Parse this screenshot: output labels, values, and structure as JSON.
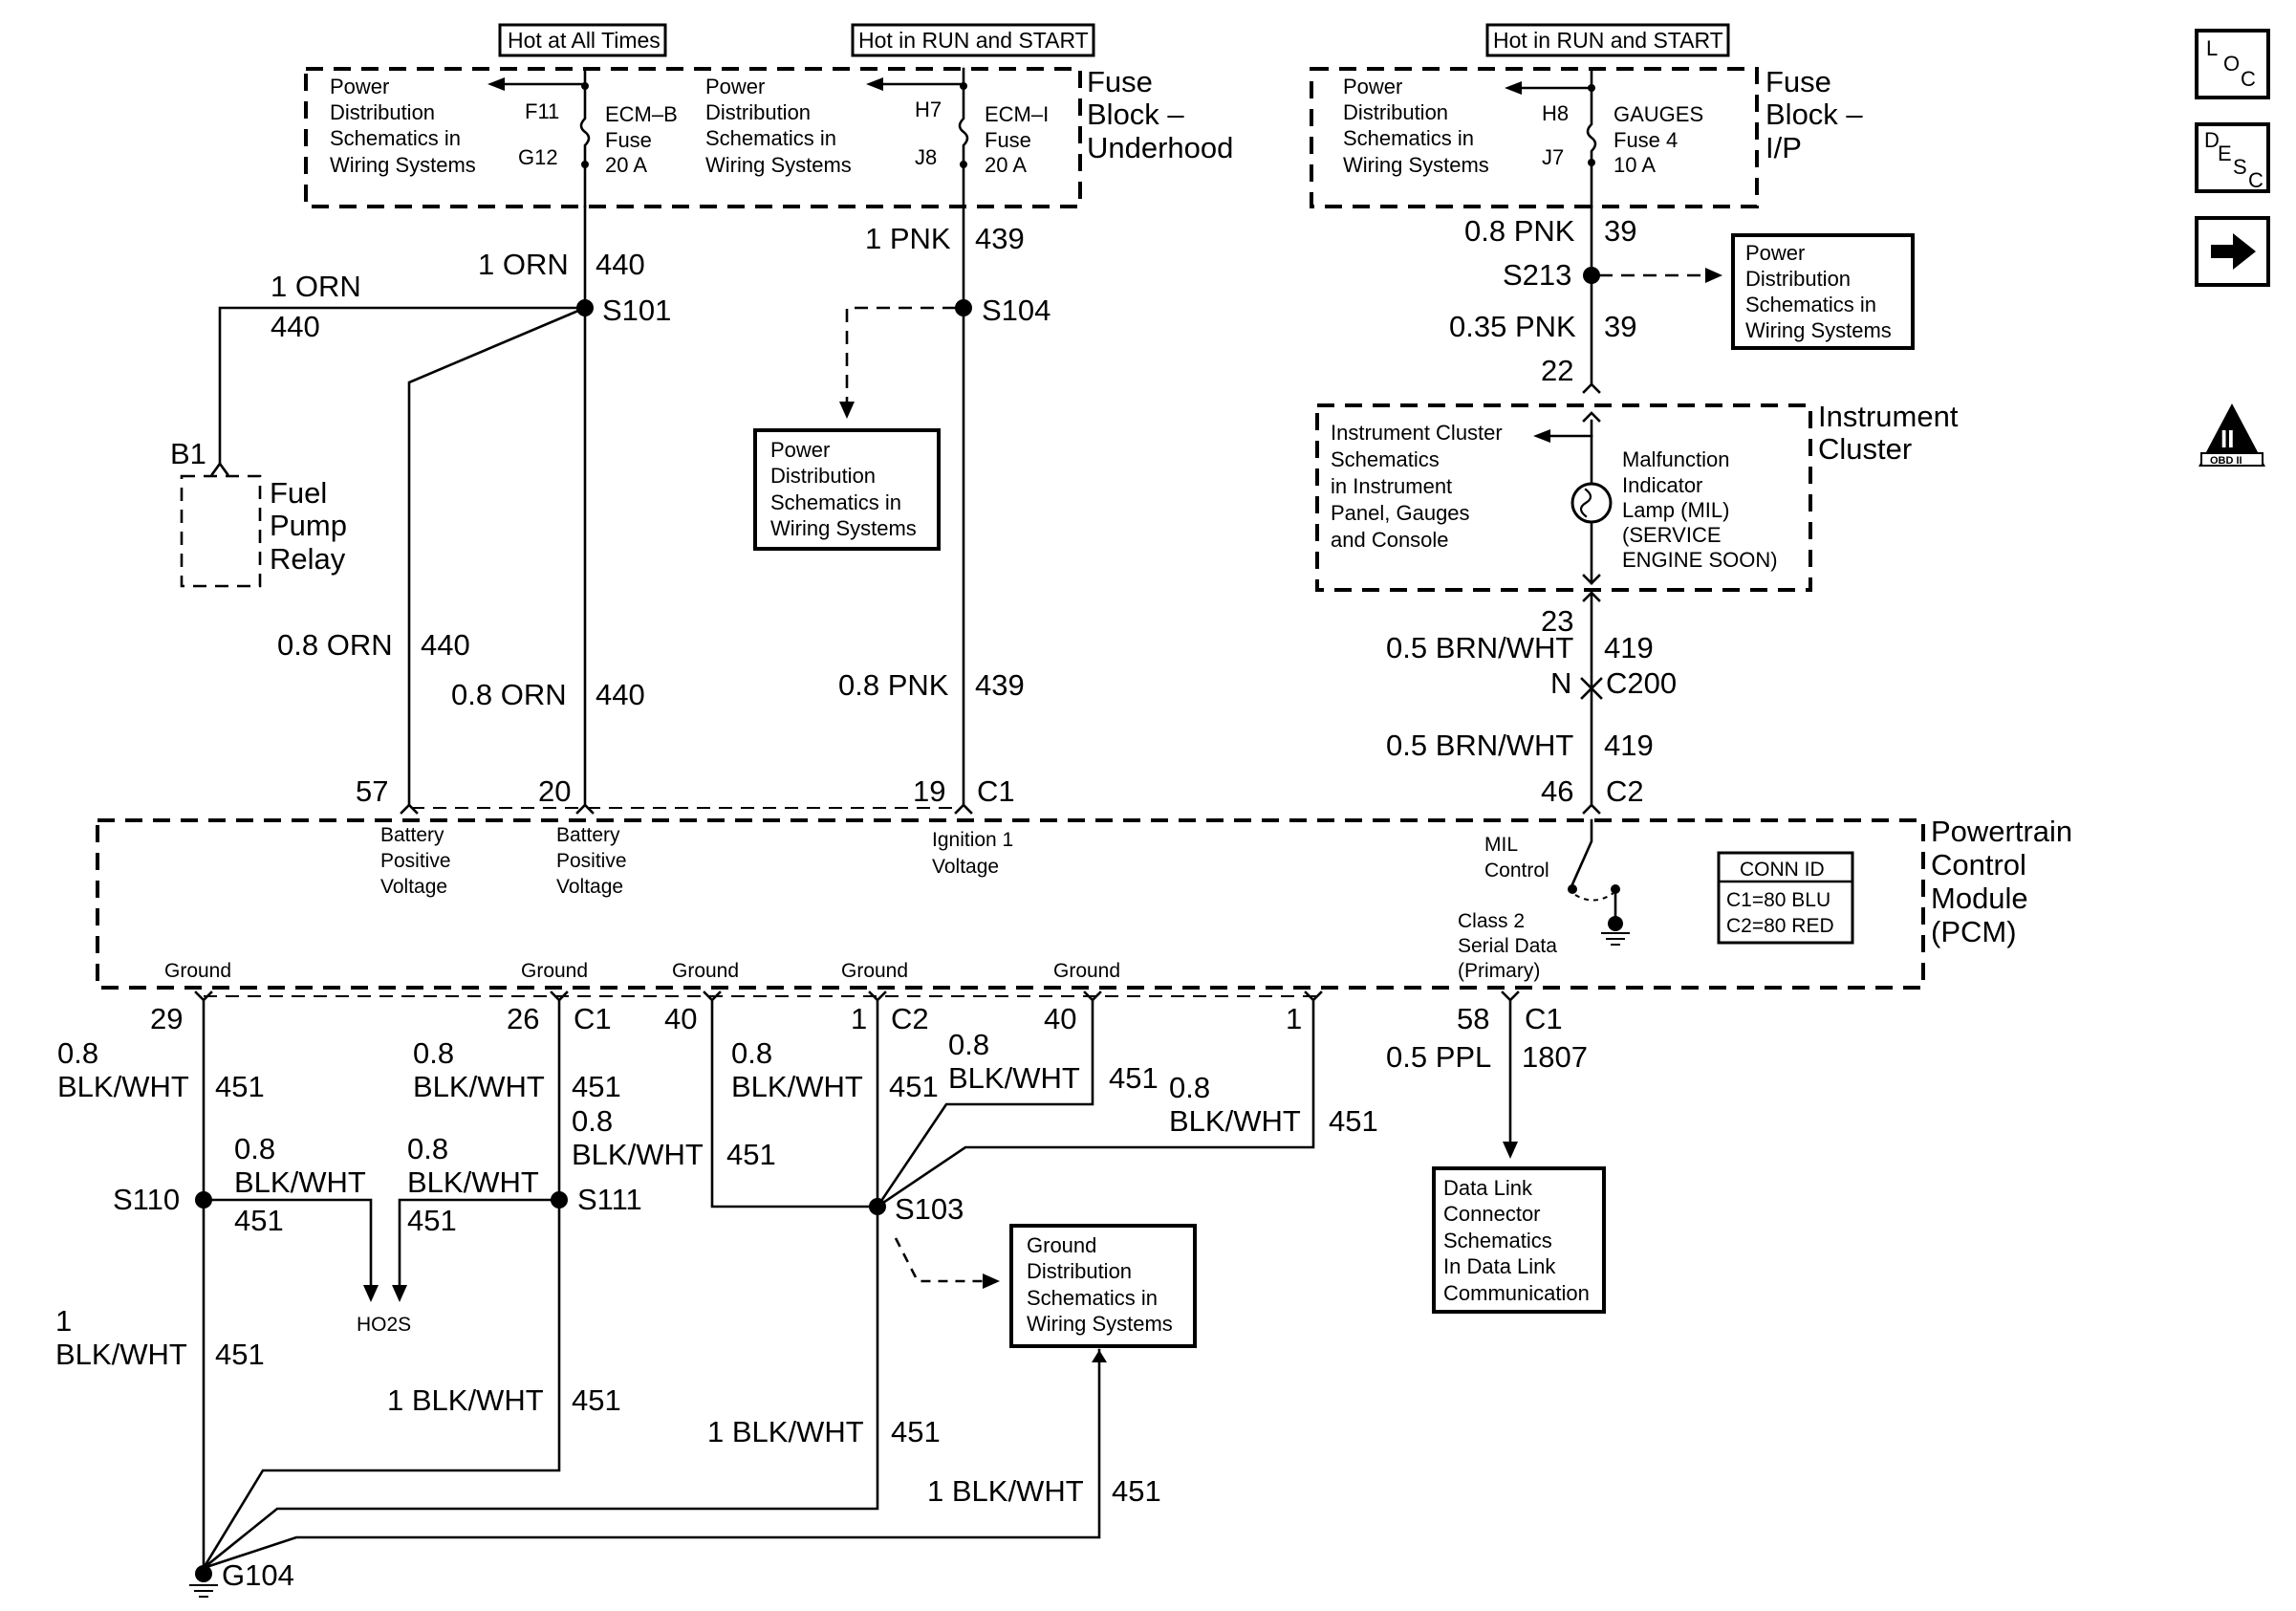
{
  "labels": {
    "hot_all": "Hot at All Times",
    "hot_run1": "Hot in RUN and START",
    "hot_run2": "Hot in RUN and START",
    "pd": "Power",
    "pd2": "Distribution",
    "pd3": "Schematics in",
    "pd4": "Wiring Systems",
    "fuse_uh1": "Fuse",
    "fuse_uh2": "Block –",
    "fuse_uh3": "Underhood",
    "fuse_ip1": "Fuse",
    "fuse_ip2": "Block –",
    "fuse_ip3": "I/P",
    "f11": "F11",
    "g12": "G12",
    "ecmb1": "ECM–B",
    "ecmb2": "Fuse",
    "ecmb3": "20 A",
    "h7": "H7",
    "j8": "J8",
    "ecmi1": "ECM–I",
    "ecmi2": "Fuse",
    "ecmi3": "20 A",
    "h8": "H8",
    "j7": "J7",
    "gauges1": "GAUGES",
    "gauges2": "Fuse 4",
    "gauges3": "10 A",
    "w_1orn_a": "1 ORN",
    "c440": "440",
    "w_1pnk": "1 PNK",
    "c439": "439",
    "s101": "S101",
    "s104": "S104",
    "b1": "B1",
    "fpr1": "Fuel",
    "fpr2": "Pump",
    "fpr3": "Relay",
    "w_08orn": "0.8 ORN",
    "w_08pnk": "0.8 PNK",
    "w_08pnk_ip": "0.8 PNK",
    "c39": "39",
    "s213": "S213",
    "w_035pnk": "0.35 PNK",
    "p22": "22",
    "ic_title1": "Instrument",
    "ic_title2": "Cluster",
    "ics1": "Instrument Cluster",
    "ics2": "Schematics",
    "ics3": "in Instrument",
    "ics4": "Panel, Gauges",
    "ics5": "and Console",
    "mil1": "Malfunction",
    "mil2": "Indicator",
    "mil3": "Lamp (MIL)",
    "mil4": "(SERVICE",
    "mil5": "ENGINE SOON)",
    "p23": "23",
    "w_05brn": "0.5 BRN/WHT",
    "c419": "419",
    "n": "N",
    "c200": "C200",
    "p46": "46",
    "c2": "C2",
    "p57": "57",
    "p20": "20",
    "p19": "19",
    "c1": "C1",
    "bpv1": "Battery",
    "bpv2": "Positive",
    "bpv3": "Voltage",
    "ign1": "Ignition 1",
    "ign2": "Voltage",
    "milc1": "MIL",
    "milc2": "Control",
    "cls1": "Class 2",
    "cls2": "Serial Data",
    "cls3": "(Primary)",
    "pcm1": "Powertrain",
    "pcm2": "Control",
    "pcm3": "Module",
    "pcm4": "(PCM)",
    "conn_id": "CONN ID",
    "conn_c1": "C1=80 BLU",
    "conn_c2": "C2=80 RED",
    "ground": "Ground",
    "p29": "29",
    "p26": "26",
    "p40": "40",
    "p1": "1",
    "p58": "58",
    "w08": "0.8",
    "blkwht": "BLK/WHT",
    "c451": "451",
    "w_05ppl": "0.5 PPL",
    "c1807": "1807",
    "s110": "S110",
    "s111": "S111",
    "s103": "S103",
    "ho2s": "HO2S",
    "w1": "1",
    "w_1blk": "1 BLK/WHT",
    "gd1": "Ground",
    "gd2": "Distribution",
    "gd3": "Schematics in",
    "gd4": "Wiring Systems",
    "dlc1": "Data Link",
    "dlc2": "Connector",
    "dlc3": "Schematics",
    "dlc4": "In Data Link",
    "dlc5": "Communication",
    "g104": "G104",
    "loc_l": "L",
    "loc_o": "O",
    "loc_c": "C",
    "desc_d": "D",
    "desc_e": "E",
    "desc_s": "S",
    "desc_c": "C",
    "obd": "OBD II",
    "obd_ii": "II"
  }
}
